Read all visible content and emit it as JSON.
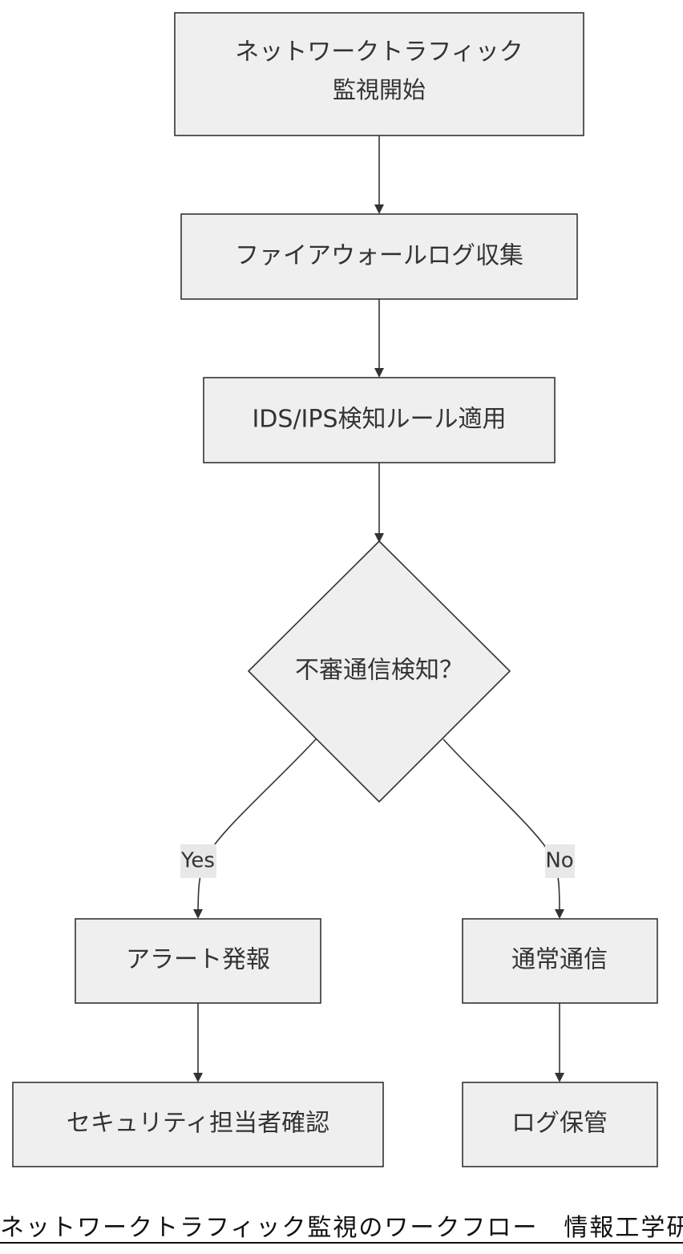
{
  "nodes": {
    "start": {
      "line1": "ネットワークトラフィック",
      "line2": "監視開始"
    },
    "collect": {
      "label": "ファイアウォールログ収集"
    },
    "apply_rules": {
      "label": "IDS/IPS検知ルール適用"
    },
    "decision": {
      "label": "不審通信検知？"
    },
    "alert": {
      "label": "アラート発報"
    },
    "normal": {
      "label": "通常通信"
    },
    "security_check": {
      "label": "セキュリティ担当者確認"
    },
    "log_store": {
      "label": "ログ保管"
    }
  },
  "edges": {
    "yes_label": "Yes",
    "no_label": "No"
  },
  "caption": "ネットワークトラフィック監視のワークフロー　情報工学研"
}
